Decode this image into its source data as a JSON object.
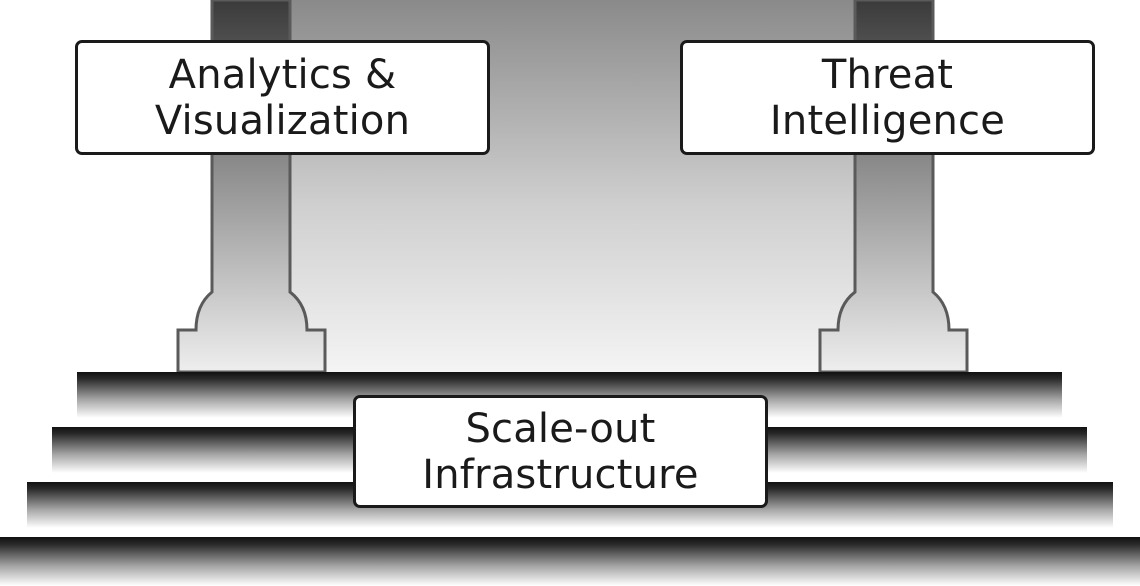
{
  "pillar_left": {
    "line1": "Analytics &",
    "line2": "Visualization"
  },
  "pillar_right": {
    "line1": "Threat",
    "line2": "Intelligence"
  },
  "foundation": {
    "line1": "Scale-out",
    "line2": "Infrastructure"
  },
  "colors": {
    "outline": "#1a1a1a",
    "label_fill": "#ffffff",
    "step_top": "#111111",
    "step_bottom": "#ffffff",
    "backdrop_top": "#8a8a8a",
    "backdrop_bottom": "#f4f4f4"
  }
}
